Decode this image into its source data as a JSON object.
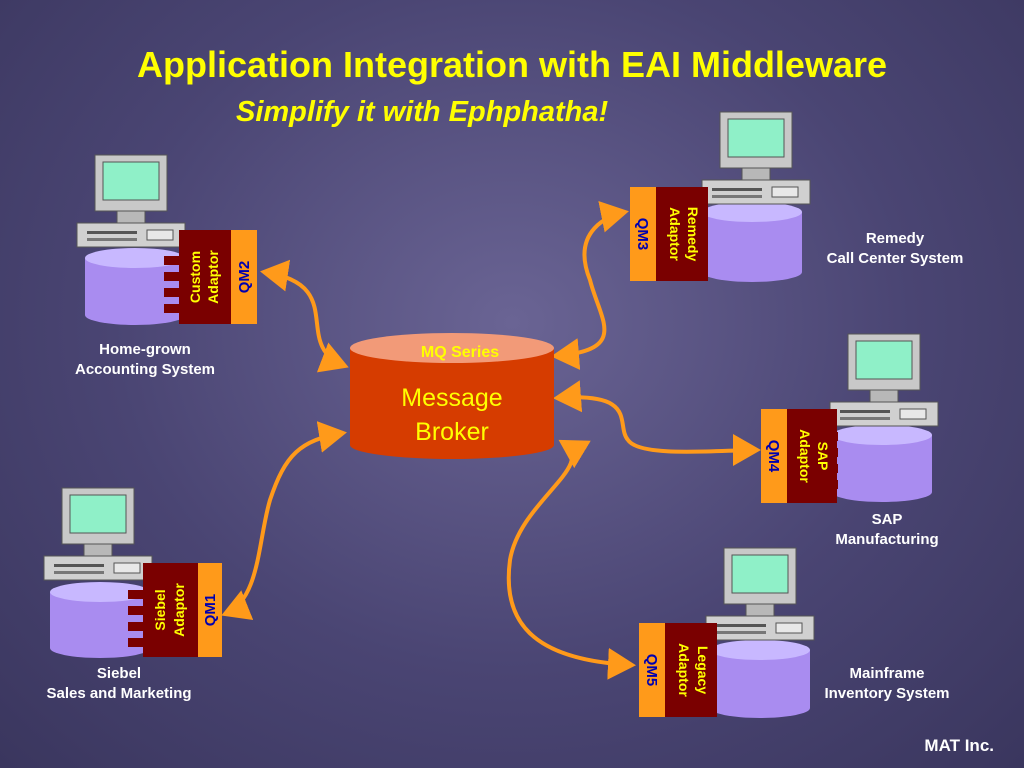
{
  "title": "Application Integration with EAI Middleware",
  "subtitle": "Simplify it with Ephphatha!",
  "broker": {
    "top_label": "MQ Series",
    "line1": "Message",
    "line2": "Broker"
  },
  "systems": {
    "homegrown": {
      "adaptor1": "Custom",
      "adaptor2": "Adaptor",
      "qm": "QM2",
      "label1": "Home-grown",
      "label2": "Accounting System"
    },
    "siebel": {
      "adaptor1": "Siebel",
      "adaptor2": "Adaptor",
      "qm": "QM1",
      "label1": "Siebel",
      "label2": "Sales and Marketing"
    },
    "remedy": {
      "adaptor1": "Remedy",
      "adaptor2": "Adaptor",
      "qm": "QM3",
      "label1": "Remedy",
      "label2": "Call Center System"
    },
    "sap": {
      "adaptor1": "SAP",
      "adaptor2": "Adaptor",
      "qm": "QM4",
      "label1": "SAP",
      "label2": "Manufacturing"
    },
    "legacy": {
      "adaptor1": "Legacy",
      "adaptor2": "Adaptor",
      "qm": "QM5",
      "label1": "Mainframe",
      "label2": "Inventory System"
    }
  },
  "footer": "MAT Inc.",
  "colors": {
    "title": "#ffff00",
    "adaptor": "#7a0000",
    "qm": "#ff9a1a",
    "broker": "#d63c00",
    "connector": "#ff9a1a",
    "db": "#a98cf0"
  }
}
